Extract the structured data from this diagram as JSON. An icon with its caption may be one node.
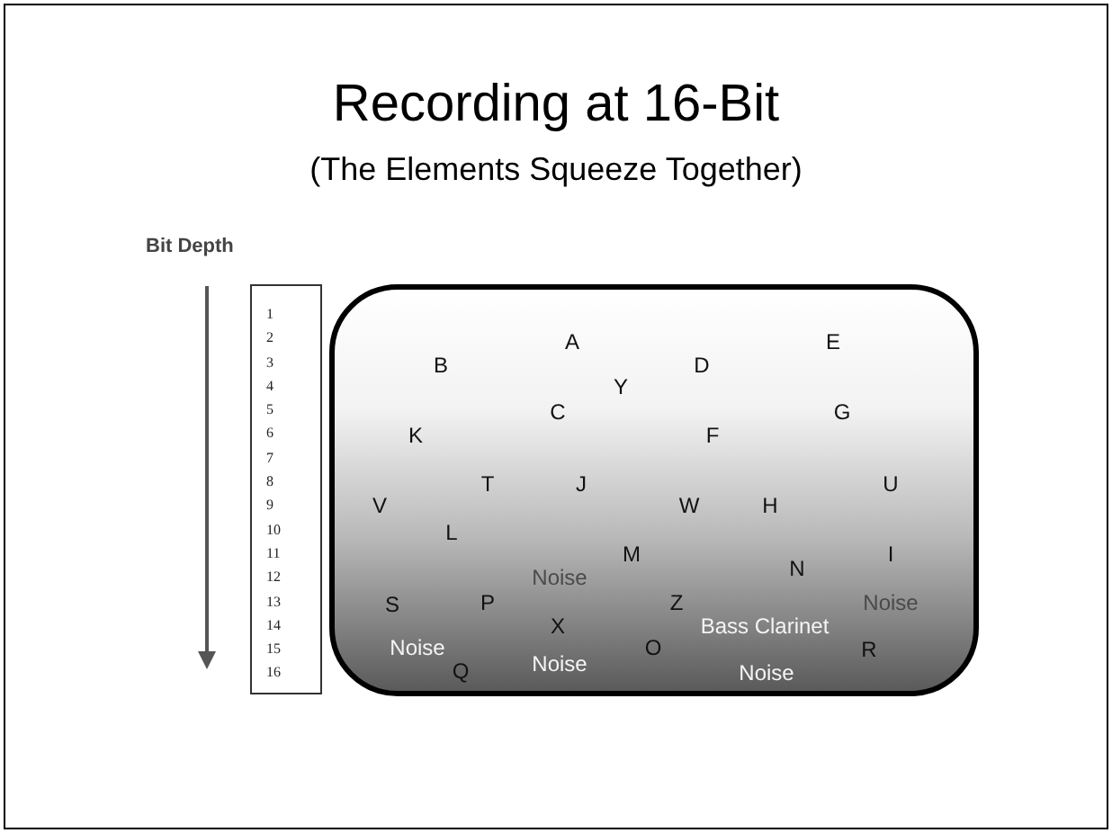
{
  "diagram": {
    "title": "Recording at 16-Bit",
    "nodes": [
      {
        "text": [
          "1",
          "2",
          "3",
          "4",
          "5",
          "6",
          "7",
          "8",
          "9",
          "10",
          "11",
          "12",
          "13",
          "14",
          "15",
          "16"
        ]
      },
      {
        "text": [
          "A",
          "E",
          "B",
          "D",
          "Y",
          "C",
          "G",
          "K",
          "F",
          "T",
          "J",
          "U",
          "V",
          "W",
          "H",
          "L",
          "M",
          "I",
          "N",
          "Noise",
          "S",
          "P",
          "Z",
          "Noise",
          "X",
          "Bass Clarinet",
          "Noise",
          "O",
          "R",
          "Noise",
          "Q",
          "Noise"
        ]
      }
    ],
    "labels": [
      "(The Elements Squeeze Together)",
      "Bit Depth"
    ]
  }
}
